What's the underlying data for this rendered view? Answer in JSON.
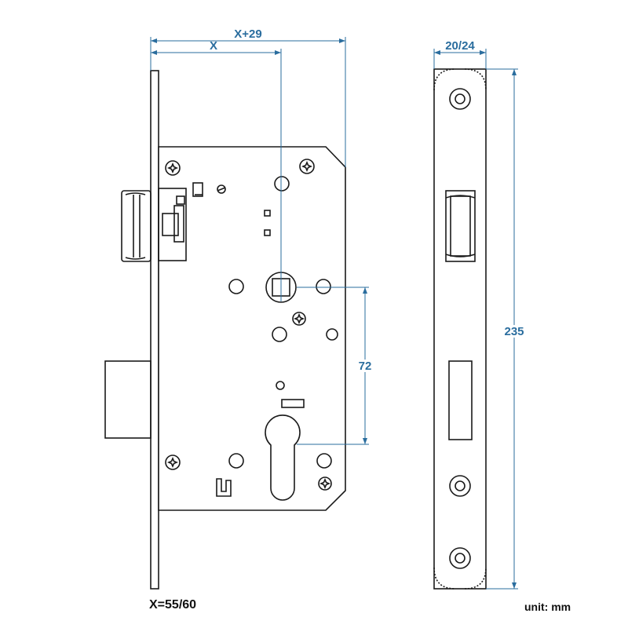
{
  "dimensions": {
    "overall_width": "X+29",
    "backset": "X",
    "faceplate_width": "20/24",
    "faceplate_height": "235",
    "center_distance": "72"
  },
  "notes": {
    "backset_values": "X=55/60",
    "unit": "unit: mm"
  },
  "colors": {
    "outline": "#1a1a1a",
    "dimension": "#2a6d9e"
  }
}
